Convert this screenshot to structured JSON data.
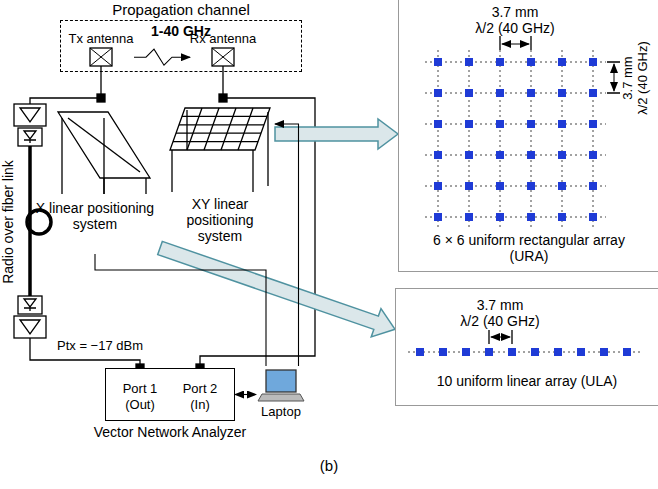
{
  "diagram": {
    "caption": "(b)",
    "nodes": [
      {
        "text": [
          "Propagation channel",
          "1-40 GHz"
        ]
      },
      {
        "text": [
          "Tx antenna"
        ],
        "in": 0
      },
      {
        "text": [
          "Rx antenna"
        ],
        "in": 0
      },
      {
        "text": [
          "X linear positioning system"
        ]
      },
      {
        "text": [
          "XY linear positioning system"
        ]
      },
      {
        "text": [
          "6 × 6 uniform rectangular array (URA)"
        ]
      },
      {
        "text": [
          "10 uniform linear array (ULA)"
        ]
      },
      {
        "text": [
          "Port 1 (Out)",
          "Port 2 (In)",
          "Vector Network Analyzer"
        ]
      },
      {
        "text": [
          "Laptop"
        ]
      }
    ],
    "edges": [
      {
        "from": 1,
        "to": 2,
        "arrow": "to"
      },
      {
        "from": 4,
        "to": 5,
        "arrow": "to"
      },
      {
        "from": 3,
        "to": 6,
        "arrow": "to"
      },
      {
        "from": 7,
        "to": 8,
        "arrow": "both"
      },
      {
        "from": 8,
        "to": 4,
        "arrow": "to"
      },
      {
        "from": 8,
        "to": 3,
        "arrow": "none"
      }
    ],
    "labels": [
      "Radio over fiber link",
      "Ptx = −17 dBm",
      "3.7 mm",
      "λ/2 (40 GHz)",
      "3.7 mm",
      "λ/2 (40 GHz)",
      "3.7 mm",
      "λ/2 (40 GHz)"
    ]
  }
}
